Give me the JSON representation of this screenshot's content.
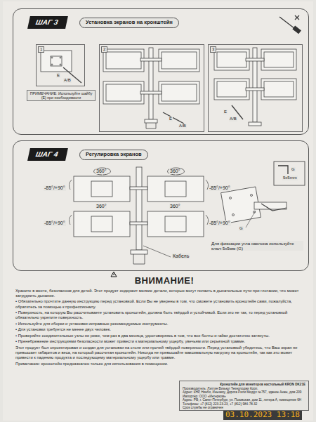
{
  "diagram": {
    "nodes": [
      {
        "text": [
          "ШАГ 3",
          "Установка экранов на кронштейн"
        ]
      },
      {
        "text": [
          "1",
          "ПРИМЕЧАНИЕ: Используйте шайбу (E) при необходимости"
        ],
        "in": 0
      },
      {
        "text": [
          "2"
        ],
        "in": 0
      },
      {
        "text": [
          "3"
        ],
        "in": 0
      },
      {
        "text": [
          "ШАГ 4",
          "Регулировка экранов"
        ]
      },
      {
        "text": [
          "Кронштейн для мониторов настольный KRON DK21E",
          "Производитель: Лэптин Визьюл Текнолоджи Корп.",
          "Адрес: КНР, Нинбо, Иньчжоу, Дорога Рили Миддл №757, здание Анже, дом 209",
          "Импортёр: ООО «Интерком»",
          "Адрес: РФ, г. Санкт-Петербург, ул. Псковская, дом 11, литера А, помещение 6Н",
          "Телефоны: +7 (812) 223-23-23, +7 (812) 984-78-32",
          "Срок службы не ограничен"
        ]
      }
    ],
    "labels": [
      "E",
      "A/B",
      "E",
      "A/B",
      "E",
      "A/B",
      "360°",
      "360°",
      "360°",
      "360°",
      "-85°/+90°",
      "-85°/+90°",
      "-85°/+90°",
      "-85°/+90°",
      "Кабель",
      "5x5mm",
      "G",
      "G",
      "Для фиксации угла наклона используйте ключ 5х5мм (G)",
      "ВНИМАНИЕ!",
      "Храните в месте, безопасном для детей. Этот продукт содержит мелкие детали, которые могут попасть в дыхательные пути при глотании, что может затруднить дыхание.",
      "• Обязательно прочтите данную инструкцию перед установкой. Если Вы не уверены в том, что сможете установить кронштейн сами, пожалуйста, обратитесь за помощью к профессионалу.",
      "• Поверхность, на которую Вы рассчитываете установить кронштейн, должна быть твёрдой и устойчивой. Если это не так, то перед установкой обязательно укрепите поверхность.",
      "• Используйте для сборки и установки исправные рекомендуемые инструменты.",
      "• Для установки требуется не менее двух человек.",
      "• Проверяйте соединительные узлы не реже, чем раз в два месяца, удостоверяясь в том, что все болты и гайки достаточно затянуты.",
      "• Пренебрежение инструкциями безопасности может привести к материальному ущербу, увечьям или серьёзной травме.",
      "Этот продукт был спроектирован и создан для установки на столе или прочей твёрдой поверхности. Перед установкой убедитесь, что Ваш экран не превышает габаритов и веса, на который рассчитан кронштейн. Никогда не превышайте максимальную нагрузку на кронштейн, так как это может привести к падению продукта и последующему материальному ущербу или травме.",
      "Примечание: кронштейн предназначен только для использования в помещении.",
      "03.10.2023 13:18"
    ]
  }
}
